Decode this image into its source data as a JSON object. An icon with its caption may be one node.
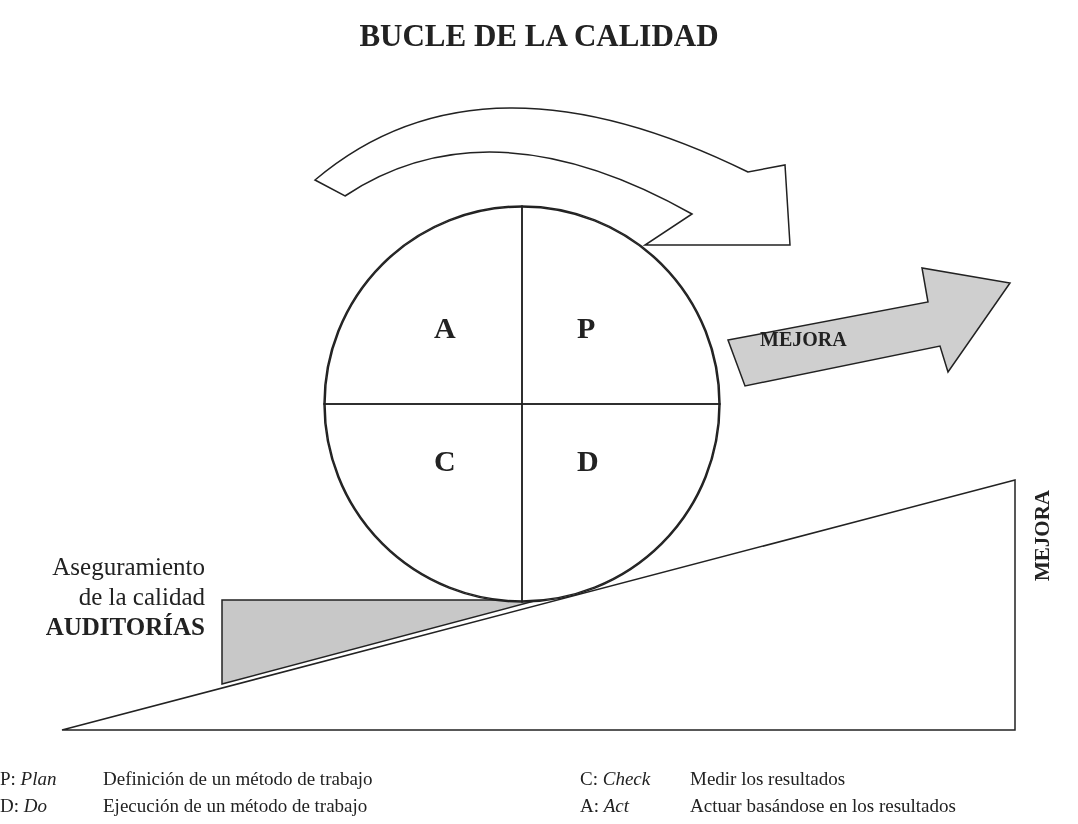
{
  "diagram": {
    "title": "BUCLE DE LA CALIDAD",
    "nodes": [
      {
        "text": [],
        "shape": "circle"
      },
      {
        "text": [
          "A"
        ],
        "in": 0
      },
      {
        "text": [
          "P"
        ],
        "in": 0
      },
      {
        "text": [
          "C"
        ],
        "in": 0
      },
      {
        "text": [
          "D"
        ],
        "in": 0
      }
    ],
    "edges": [],
    "labels": [
      "MEJORA",
      "Aseguramiento de la calidad",
      "AUDITORÍAS",
      "MEJORA",
      "P: *Plan*",
      "Definición de un método de trabajo",
      "C: *Check*",
      "Medir los resultados",
      "D: *Do*",
      "Ejecución de un método de trabajo",
      "A: *Act*",
      "Actuar basándose en los resultados"
    ]
  }
}
